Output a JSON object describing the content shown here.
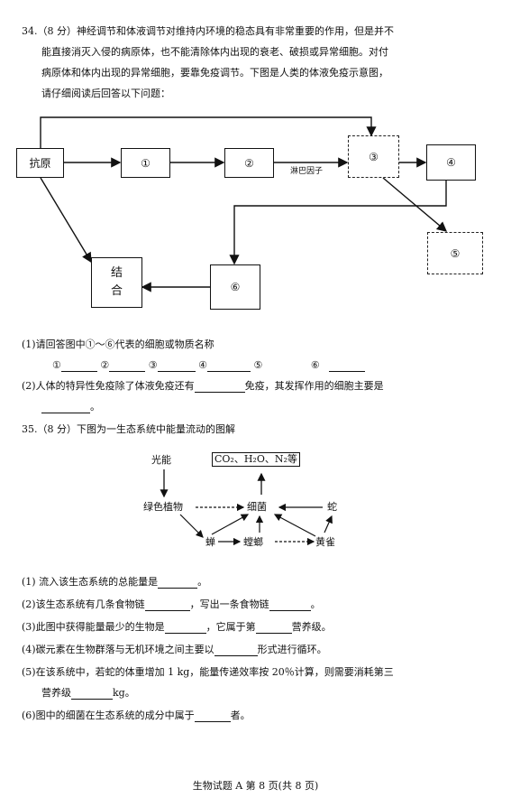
{
  "q34": {
    "line1": "34.（8 分）神经调节和体液调节对维持内环境的稳态具有非常重要的作用，但是并不",
    "line2": "能直接消灭入侵的病原体，也不能清除体内出现的衰老、破损或异常细胞。对付",
    "line3": "病原体和体内出现的异常细胞，要靠免疫调节。下图是人类的体液免疫示意图，",
    "line4": "请仔细阅读后回答以下问题：",
    "diagram": {
      "antigen": "抗原",
      "n1": "①",
      "n2": "②",
      "n3": "③",
      "n4": "④",
      "n5": "⑤",
      "n6": "⑥",
      "lymphokine": "淋巴因子",
      "combine_top": "结",
      "combine_bottom": "合"
    },
    "sub1": "(1)请回答图中①～⑥代表的细胞或物质名称",
    "answers": [
      "①",
      "②",
      "③",
      "④",
      "⑤",
      "⑥"
    ],
    "sub2": "(2)人体的特异性免疫除了体液免疫还有",
    "sub2b": "免疫，其发挥作用的细胞主要是",
    "sub2end": "。"
  },
  "q35": {
    "title": "35.（8 分）下图为一生态系统中能量流动的图解",
    "diagram": {
      "light": "光能",
      "gases": "CO₂、H₂O、N₂等",
      "plant": "绿色植物",
      "bacteria": "细菌",
      "snake": "蛇",
      "cicada": "蝉",
      "mantis": "螳螂",
      "oriole": "黄雀"
    },
    "q1": "(1) 流入该生态系统的总能量是",
    "q1end": "。",
    "q2a": "(2)该生态系统有几条食物链",
    "q2b": "，写出一条食物链",
    "q2end": "。",
    "q3a": "(3)此图中获得能量最少的生物是",
    "q3b": "，它属于第",
    "q3c": "营养级。",
    "q4a": "(4)碳元素在生物群落与无机环境之间主要以",
    "q4b": "形式进行循环。",
    "q5a": "(5)在该系统中，若蛇的体重增加 1 kg，能量传递效率按 20％计算，则需要消耗第三",
    "q5b": "营养级",
    "q5c": "kg。",
    "q6a": "(6)图中的细菌在生态系统的成分中属于",
    "q6b": "者。"
  },
  "footer": "生物试题 A  第 8 页(共 8 页)"
}
